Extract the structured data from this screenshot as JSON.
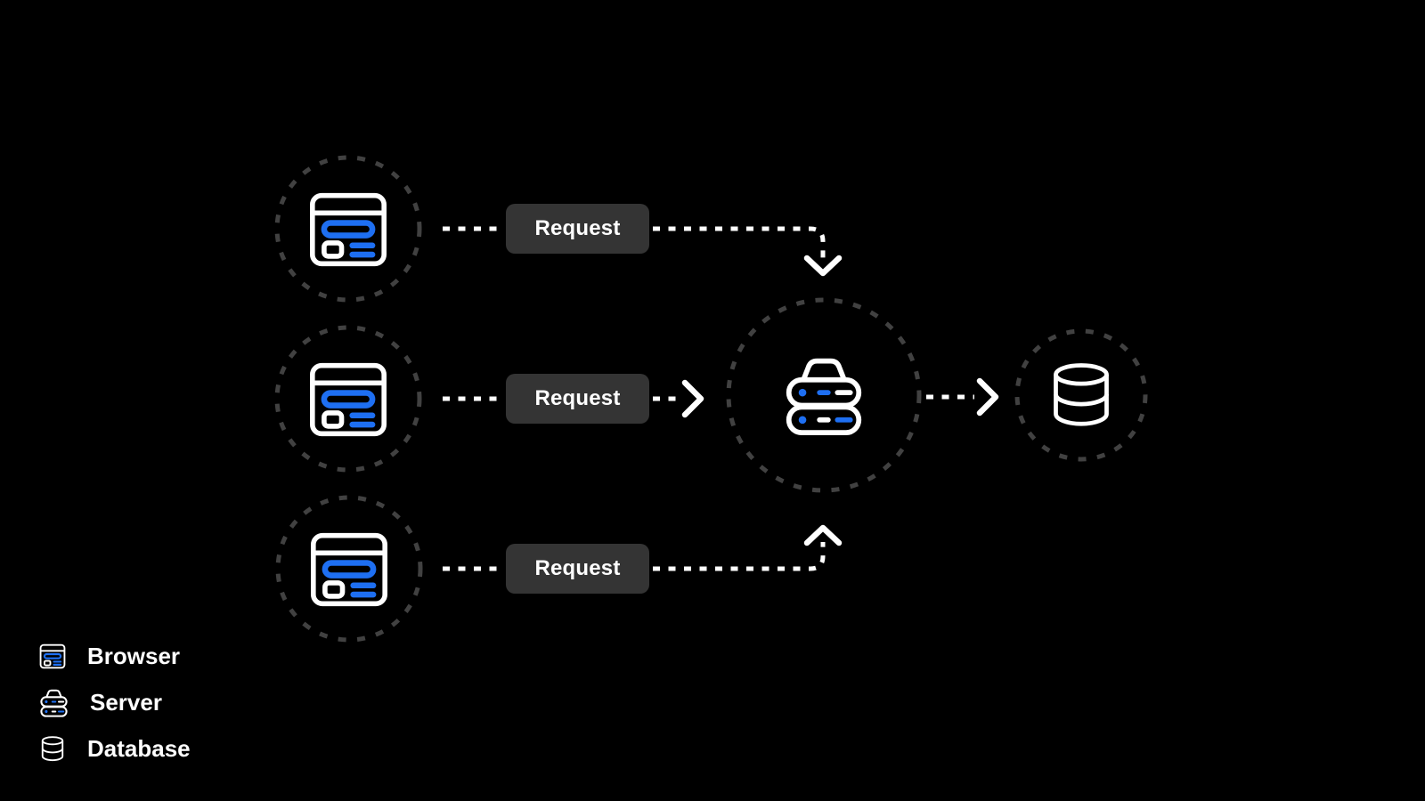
{
  "colors": {
    "background": "#000000",
    "accent_blue": "#1e6ff2",
    "icon_stroke": "#ffffff",
    "dashed_circle_gray": "#414141",
    "arrow_white": "#ffffff",
    "request_button_bg": "#343434",
    "request_button_text": "#ffffff",
    "legend_text": "#ffffff"
  },
  "nodes": [
    {
      "id": "browser-1",
      "icon": "browser-icon"
    },
    {
      "id": "browser-2",
      "icon": "browser-icon"
    },
    {
      "id": "browser-3",
      "icon": "browser-icon"
    },
    {
      "id": "server",
      "icon": "server-icon"
    },
    {
      "id": "database",
      "icon": "database-icon"
    }
  ],
  "request_buttons": [
    {
      "label": "Request"
    },
    {
      "label": "Request"
    },
    {
      "label": "Request"
    }
  ],
  "legend": {
    "items": [
      {
        "icon": "browser-icon",
        "label": "Browser"
      },
      {
        "icon": "server-icon",
        "label": "Server"
      },
      {
        "icon": "database-icon",
        "label": "Database"
      }
    ]
  }
}
